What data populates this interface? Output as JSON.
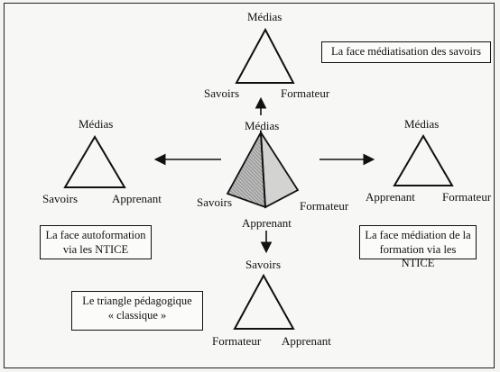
{
  "top": {
    "apex": "Médias",
    "left": "Savoirs",
    "right": "Formateur"
  },
  "left": {
    "apex": "Médias",
    "left": "Savoirs",
    "right": "Apprenant"
  },
  "right": {
    "apex": "Médias",
    "left": "Apprenant",
    "right": "Formateur"
  },
  "bottom": {
    "apex": "Savoirs",
    "left": "Formateur",
    "right": "Apprenant"
  },
  "center": {
    "apex": "Médias",
    "left": "Savoirs",
    "right": "Formateur",
    "bottom": "Apprenant"
  },
  "boxes": {
    "mediatisation": "La face médiatisation des savoirs",
    "autoformation_line1": "La face autoformation",
    "autoformation_line2": "via les NTICE",
    "mediation_line1": "La face médiation de la",
    "mediation_line2": "formation via les NTICE",
    "classique_line1": "Le triangle pédagogique",
    "classique_line2": "« classique »"
  }
}
